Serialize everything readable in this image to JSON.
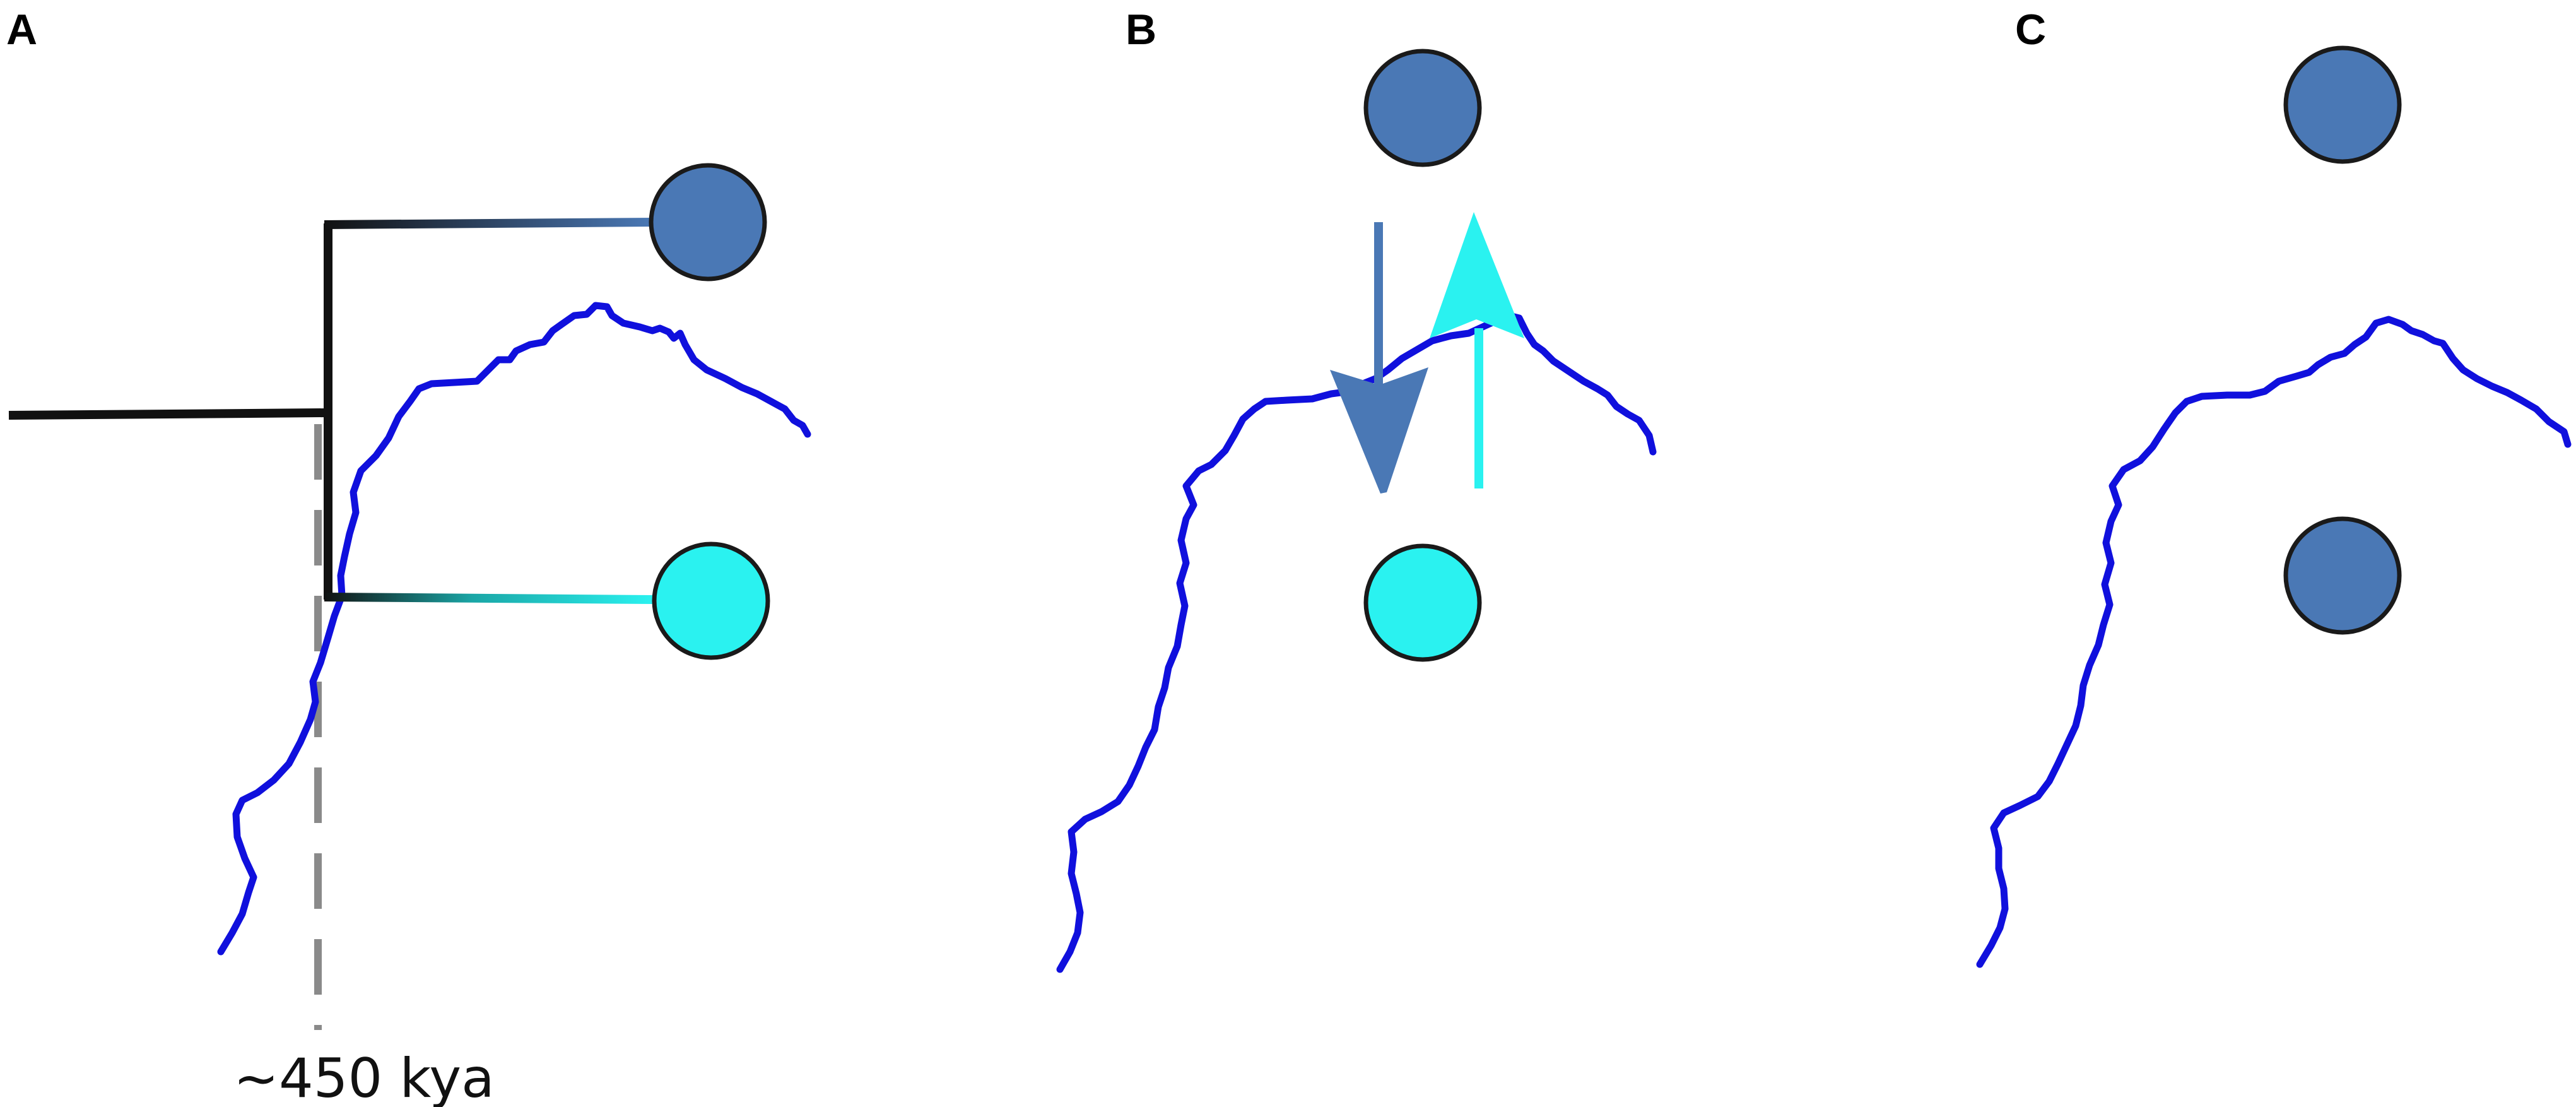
{
  "panels": {
    "a": {
      "label": "A",
      "time_label": "~450 kya"
    },
    "b": {
      "label": "B"
    },
    "c": {
      "label": "C"
    }
  },
  "colors": {
    "population_dark": "#4a78b5",
    "population_light": "#2af2f0",
    "tree_line": "#111111",
    "boundary_line": "#1010dd",
    "time_marker": "#8a8a8a"
  },
  "icons": {
    "population_node": "circle",
    "gene_flow": "arrow"
  }
}
